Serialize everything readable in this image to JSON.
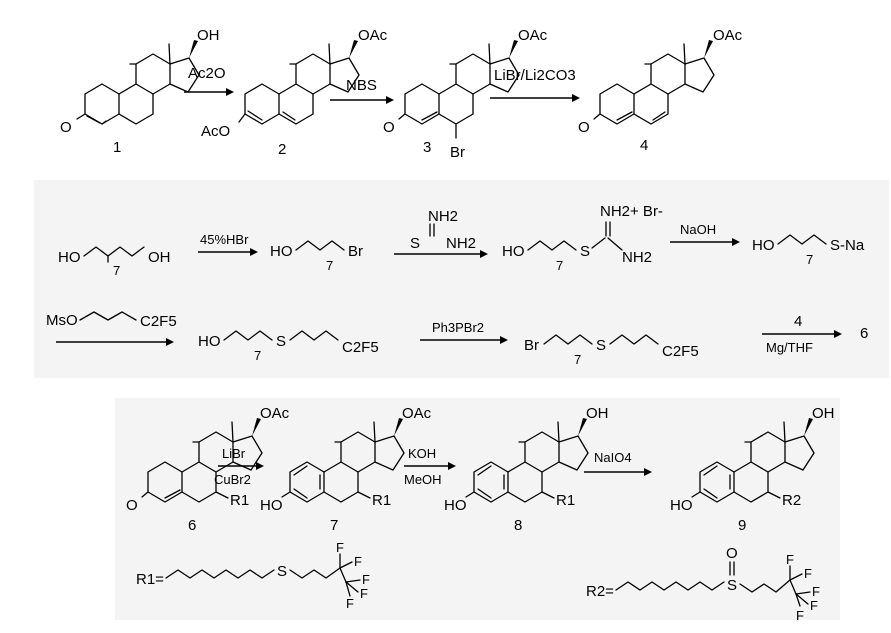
{
  "scheme": {
    "row1": {
      "c1_sub": "OH",
      "c1_sub_on_2": "OAc",
      "c1_num": "1",
      "c2_num": "2",
      "c3_num": "3",
      "c4_num": "4",
      "c2_enol": "AcO",
      "c2_top": "OAc",
      "c3_top": "OAc",
      "c4_top": "OAc",
      "o_ketone": "O",
      "c3_ketone": "O",
      "c4_ketone": "O",
      "c3_br": "Br",
      "arrow1_label": "Ac2O",
      "arrow2_label": "NBS",
      "arrow3_label": "LiBr/Li2CO3"
    },
    "row2": {
      "s1_left": "HO",
      "s1_right": "OH",
      "s1_n": "7",
      "a1_label": "45%HBr",
      "s2_left": "HO",
      "s2_right": "Br",
      "s2_n": "7",
      "thiourea_nh2_top": "NH2",
      "thiourea_s": "S",
      "thiourea_nh2_right": "NH2",
      "s3_left": "HO",
      "s3_n": "7",
      "s3_s": "S",
      "s3_nh2plus": "NH2+ Br-",
      "s3_nh2": "NH2",
      "a3_label": "NaOH",
      "s4_left": "HO",
      "s4_n": "7",
      "s4_right": "S-Na"
    },
    "row3": {
      "ms_reagent": "MsO",
      "ms_c2f5": "C2F5",
      "t1_left": "HO",
      "t1_n": "7",
      "t1_s": "S",
      "t1_c2f5": "C2F5",
      "a_label": "Ph3PBr2",
      "t2_left": "Br",
      "t2_n": "7",
      "t2_s": "S",
      "t2_c2f5": "C2F5",
      "grignard_top": "4",
      "grignard_bottom": "Mg/THF",
      "product_num": "6"
    },
    "row4": {
      "c6_num": "6",
      "c7_num": "7",
      "c8_num": "8",
      "c9_num": "9",
      "c6_top": "OAc",
      "c7_top": "OAc",
      "c8_top": "OH",
      "c9_top": "OH",
      "c6_o": "O",
      "c7_ho": "HO",
      "c8_ho": "HO",
      "c9_ho": "HO",
      "c6_r": "R1",
      "c7_r": "R1",
      "c8_r": "R1",
      "c9_r": "R2",
      "a1_top": "LiBr",
      "a1_bottom": "CuBr2",
      "a2_top": "KOH",
      "a2_bottom": "MeOH",
      "a3_top": "NaIO4"
    },
    "defs": {
      "r1_label": "R1=",
      "r1_s": "S",
      "r1_f": [
        "F",
        "F",
        "F",
        "F",
        "F"
      ],
      "r2_label": "R2=",
      "r2_s": "S",
      "r2_o": "O",
      "r2_f": [
        "F",
        "F",
        "F",
        "F",
        "F"
      ]
    }
  }
}
